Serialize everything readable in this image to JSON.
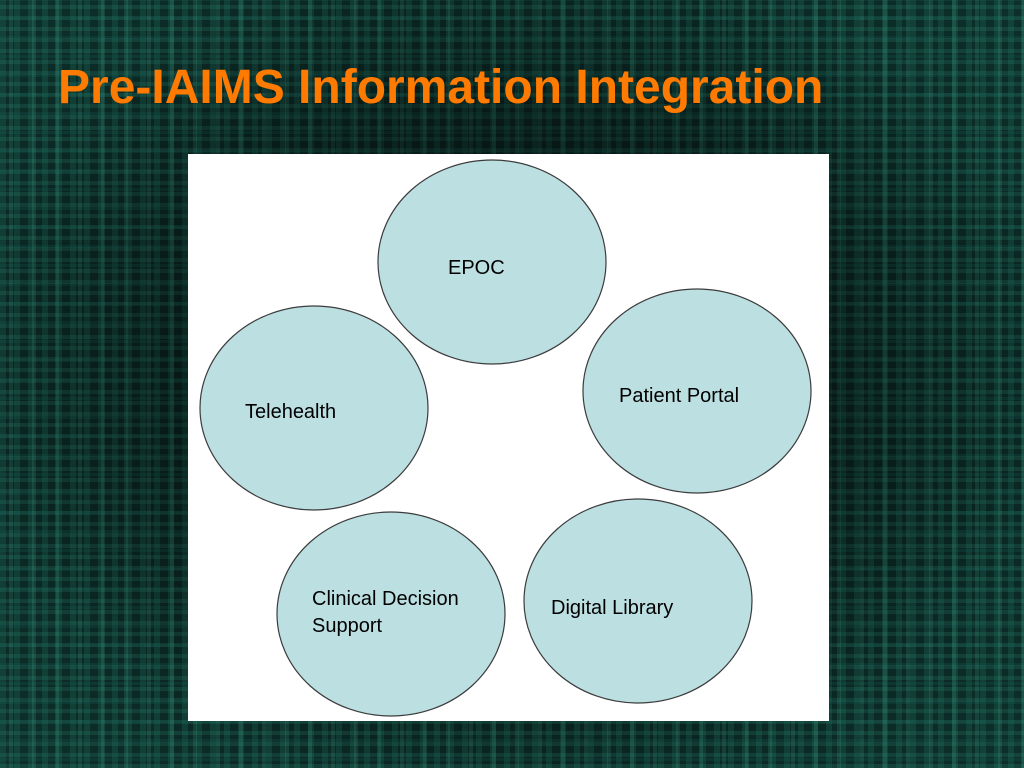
{
  "slide": {
    "title": "Pre-IAIMS Information Integration"
  },
  "colors": {
    "title": "#ff7a00",
    "circle_fill": "#bcdfe2",
    "circle_stroke": "#3c3c3c",
    "panel": "#ffffff",
    "background": "#0a2420"
  },
  "diagram": {
    "nodes": [
      {
        "id": "epoc",
        "lines": [
          "EPOC"
        ]
      },
      {
        "id": "patient-portal",
        "lines": [
          "Patient Portal"
        ]
      },
      {
        "id": "digital-library",
        "lines": [
          "Digital Library"
        ]
      },
      {
        "id": "clinical-decision-support",
        "lines": [
          "Clinical Decision",
          "Support"
        ]
      },
      {
        "id": "telehealth",
        "lines": [
          "Telehealth"
        ]
      }
    ]
  }
}
